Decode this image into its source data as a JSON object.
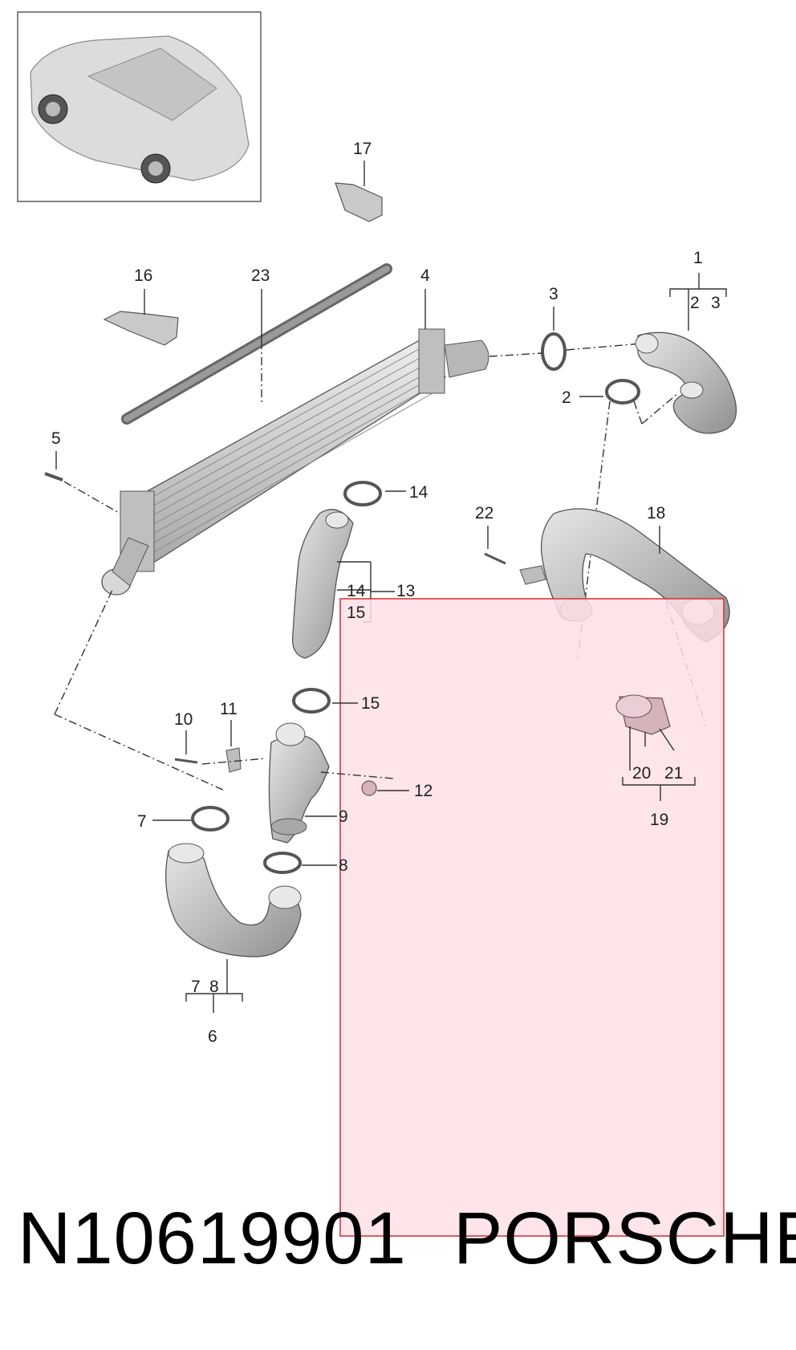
{
  "callouts": {
    "c1": "1",
    "c2": "2",
    "c3": "3",
    "c4": "4",
    "c5": "5",
    "c6": "6",
    "c7": "7",
    "c8": "8",
    "c9": "9",
    "c10": "10",
    "c11": "11",
    "c12": "12",
    "c13": "13",
    "c14": "14",
    "c15": "15",
    "c16": "16",
    "c17": "17",
    "c18": "18",
    "c19": "19",
    "c20": "20",
    "c21": "21",
    "c22": "22",
    "c23": "23"
  },
  "footer": {
    "part_number": "N10619901",
    "brand": "PORSCHE"
  },
  "colors": {
    "part_fill": "#cfcfcf",
    "part_stroke": "#555555",
    "highlight_fill": "#fde0e6",
    "highlight_stroke": "#d9373d"
  }
}
